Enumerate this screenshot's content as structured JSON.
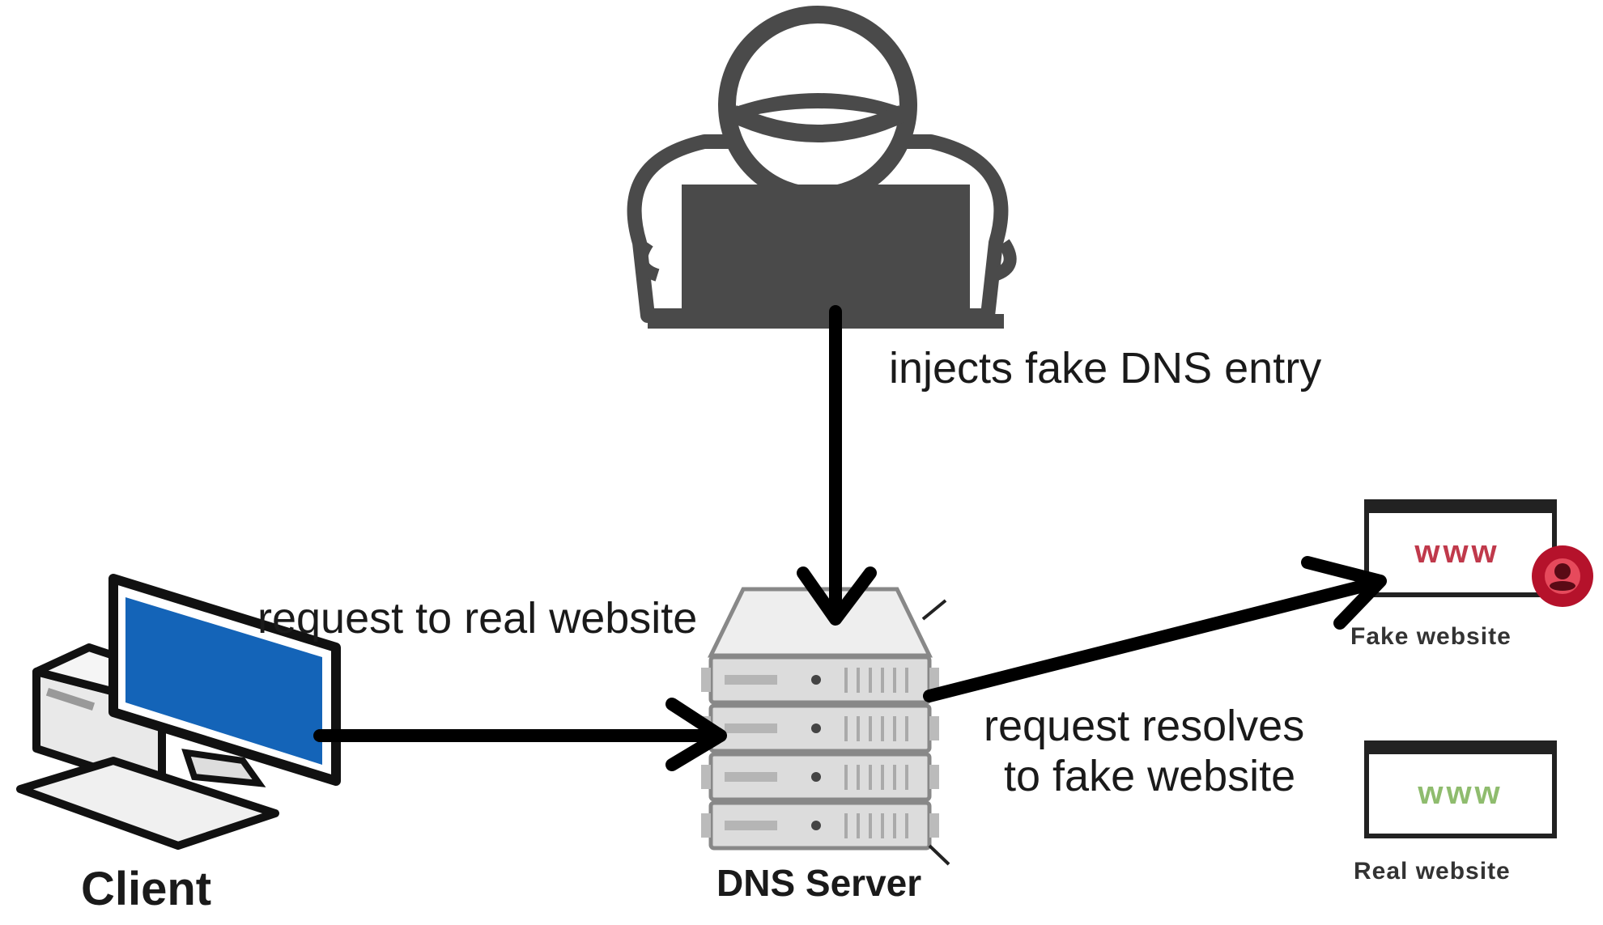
{
  "nodes": {
    "client": {
      "label": "Client"
    },
    "dns_server": {
      "label": "DNS Server"
    },
    "fake_website": {
      "label": "Fake website",
      "text": "www",
      "text_color": "#c0394b"
    },
    "real_website": {
      "label": "Real website",
      "text": "www",
      "text_color": "#8fbc6e"
    }
  },
  "edges": {
    "attacker_to_dns": {
      "label": "injects fake DNS entry"
    },
    "client_to_dns": {
      "label": "request to real website"
    },
    "dns_to_fake": {
      "label_line1": "request resolves",
      "label_line2": "to fake website"
    }
  },
  "colors": {
    "attacker": "#4a4a4a",
    "monitor_screen": "#1464b8",
    "arrow": "#000000",
    "badge": "#b5122b"
  },
  "icons": {
    "attacker": "hacker-icon",
    "client": "desktop-computer-icon",
    "dns_server": "server-rack-icon",
    "fake_website": "browser-window-icon",
    "real_website": "browser-window-icon"
  }
}
